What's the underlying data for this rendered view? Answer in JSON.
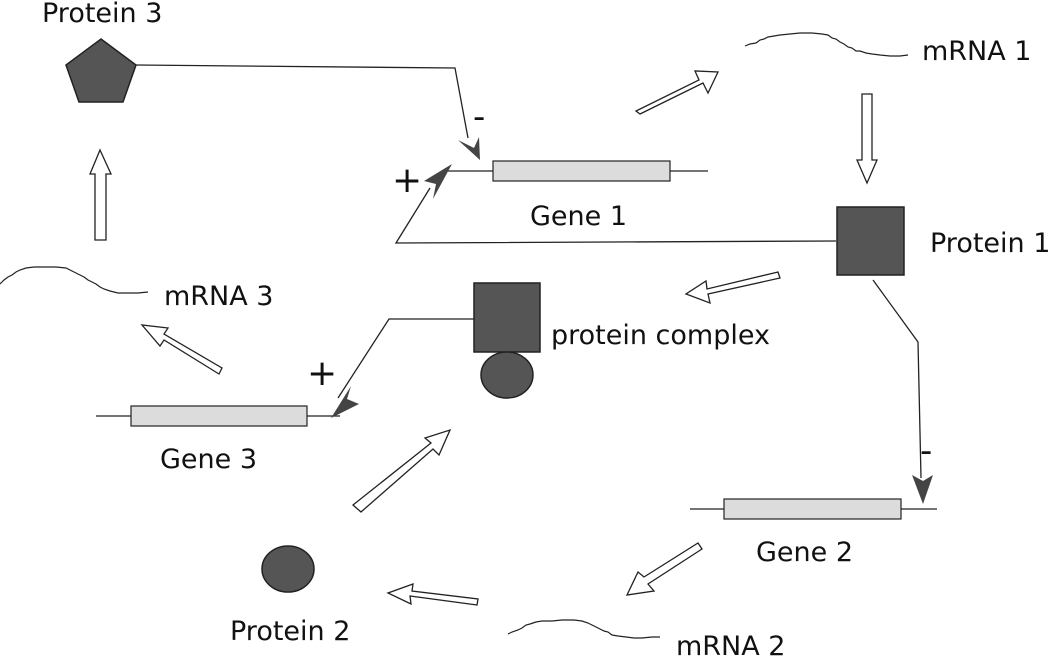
{
  "labels": {
    "protein1": "Protein 1",
    "protein2": "Protein 2",
    "protein3": "Protein 3",
    "protein_complex": "protein complex",
    "gene1": "Gene 1",
    "gene2": "Gene 2",
    "gene3": "Gene 3",
    "mrna1": "mRNA 1",
    "mrna2": "mRNA 2",
    "mrna3": "mRNA 3"
  },
  "regulation": {
    "protein3_on_gene1": "-",
    "protein1_on_gene1": "+",
    "protein1_on_gene2": "-",
    "complex_on_gene3": "+"
  },
  "colors": {
    "protein_fill": "#555555",
    "gene_fill": "#dcdcdc",
    "line": "#222222"
  }
}
